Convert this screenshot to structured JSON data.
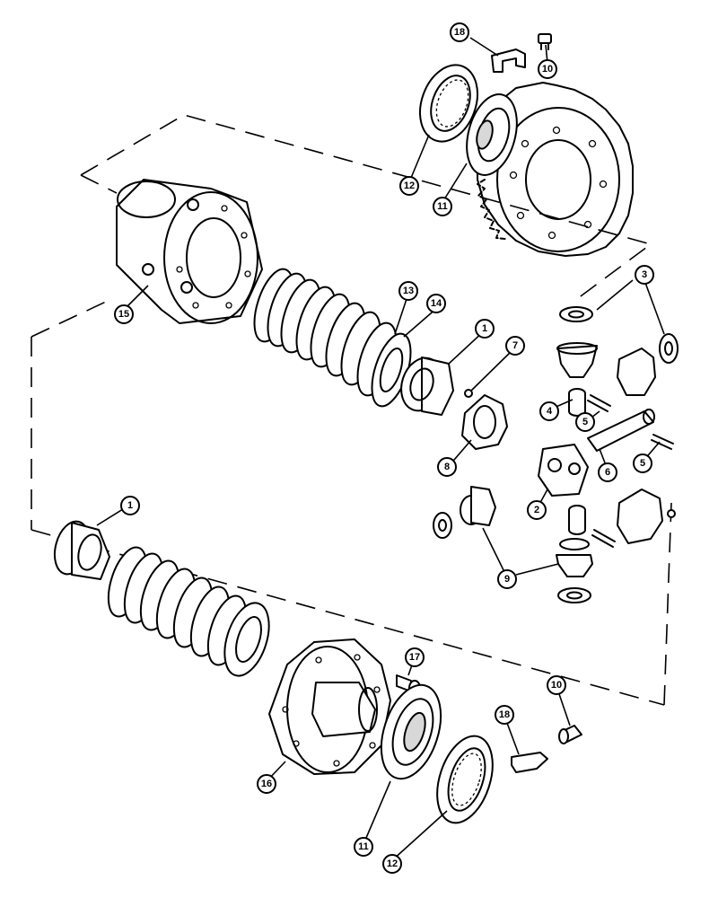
{
  "diagram": {
    "callouts": [
      {
        "label": "18"
      },
      {
        "label": "10"
      },
      {
        "label": "12"
      },
      {
        "label": "11"
      },
      {
        "label": "15"
      },
      {
        "label": "13"
      },
      {
        "label": "14"
      },
      {
        "label": "1"
      },
      {
        "label": "7"
      },
      {
        "label": "3"
      },
      {
        "label": "4"
      },
      {
        "label": "5"
      },
      {
        "label": "8"
      },
      {
        "label": "6"
      },
      {
        "label": "5"
      },
      {
        "label": "2"
      },
      {
        "label": "1"
      },
      {
        "label": "9"
      },
      {
        "label": "17"
      },
      {
        "label": "10"
      },
      {
        "label": "18"
      },
      {
        "label": "16"
      },
      {
        "label": "11"
      },
      {
        "label": "12"
      }
    ]
  }
}
